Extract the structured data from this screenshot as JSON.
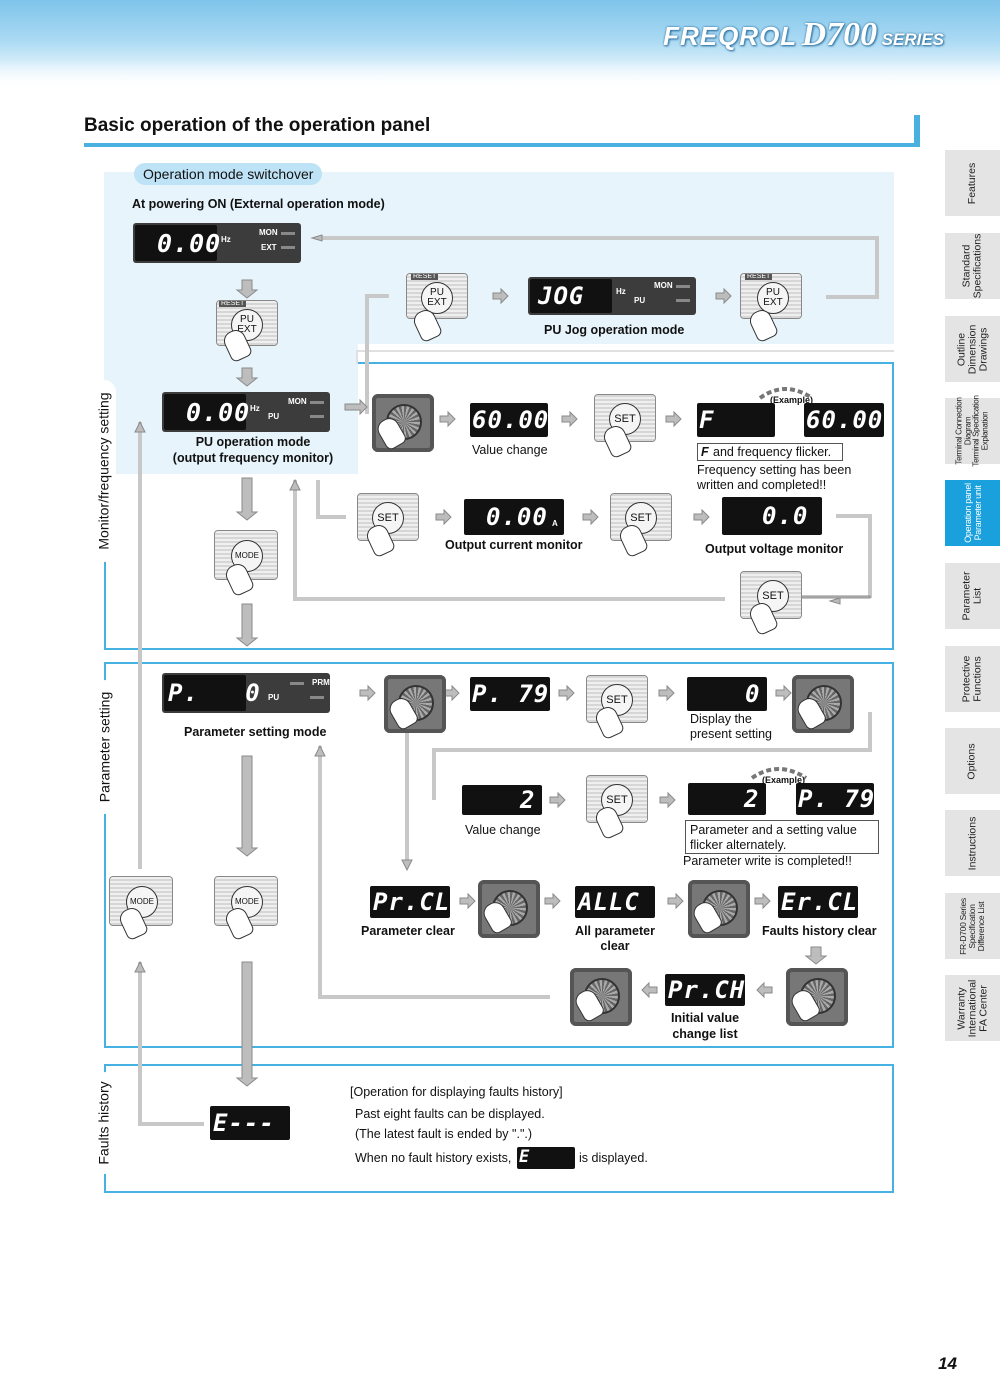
{
  "header": {
    "brand_main": "FREQROL",
    "brand_model": "D700",
    "brand_series": "SERIES"
  },
  "page": {
    "title": "Basic operation of the operation panel",
    "number": "14"
  },
  "side_tabs": [
    {
      "label": "Features",
      "active": false
    },
    {
      "label": "Standard\nSpecifications",
      "active": false
    },
    {
      "label": "Outline\nDimension\nDrawings",
      "active": false
    },
    {
      "label": "Terminal Connection\nDiagram\nTerminal Specification\nExplanation",
      "active": false
    },
    {
      "label": "Operation panel\nParameter unit",
      "active": true
    },
    {
      "label": "Parameter\nList",
      "active": false
    },
    {
      "label": "Protective\nFunctions",
      "active": false
    },
    {
      "label": "Options",
      "active": false
    },
    {
      "label": "Instructions",
      "active": false
    },
    {
      "label": "FR-D700 Series\nSpecification\nDifference List",
      "active": false
    },
    {
      "label": "Warranty\nInternational\nFA Center",
      "active": false
    }
  ],
  "sections": {
    "switchover_pill": "Operation mode switchover",
    "monitor": "Monitor/frequency setting",
    "parameter": "Parameter setting",
    "faults": "Faults history"
  },
  "labels": {
    "powering_on": "At powering ON (External operation mode)",
    "pu_jog": "PU Jog operation mode",
    "pu_mode_1": "PU operation mode",
    "pu_mode_2": "(output frequency monitor)",
    "value_change": "Value change",
    "freq_flicker": "and frequency flicker.",
    "freq_written_1": "Frequency setting has been",
    "freq_written_2": "written and completed!!",
    "output_current": "Output current monitor",
    "output_voltage": "Output voltage monitor",
    "example": "(Example)",
    "param_mode": "Parameter setting mode",
    "display_present_1": "Display the",
    "display_present_2": "present setting",
    "value_change_2": "Value change",
    "param_flicker_1": "Parameter and a setting value",
    "param_flicker_2": "flicker alternately.",
    "param_written": "Parameter write is completed!!",
    "param_clear": "Parameter clear",
    "all_param_1": "All parameter",
    "all_param_2": "clear",
    "faults_clear": "Faults history clear",
    "initial_1": "Initial value",
    "initial_2": "change list",
    "faults_op": "[Operation for displaying faults history]",
    "faults_eight": "Past eight faults can be displayed.",
    "faults_latest": "(The latest fault is ended by \".\".)",
    "faults_none_pre": "When no fault history exists,",
    "faults_none_post": "is displayed."
  },
  "displays": {
    "power_on": "0.00",
    "jog": "JOG",
    "pu_monitor": "0.00",
    "value": "60.00",
    "flicker_f": "F",
    "flicker_value": "60.00",
    "current": "0.00",
    "voltage": "0.0",
    "param_mode": "P.   0",
    "p79": "P. 79",
    "present": "0",
    "set2": "2",
    "flicker_2": "2",
    "flicker_p79": "P. 79",
    "prcl": "Pr.CL",
    "allc": "ALLC",
    "ercl": "Er.CL",
    "prch": "Pr.CH",
    "faults": "E---",
    "no_fault": "E    0",
    "f_glyph": "F"
  },
  "panel_indicators": {
    "hz": "Hz",
    "mon": "MON",
    "ext": "EXT",
    "pu": "PU",
    "prm": "PRM",
    "amp": "A"
  },
  "buttons": {
    "pu_ext": "PU\nEXT",
    "set": "SET",
    "mode": "MODE",
    "reset": "RESET"
  }
}
